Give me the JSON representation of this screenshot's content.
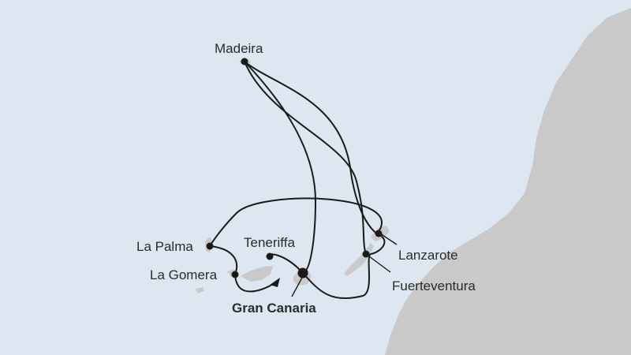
{
  "map": {
    "ports": {
      "madeira": "Madeira",
      "la_palma": "La Palma",
      "la_gomera": "La Gomera",
      "teneriffa": "Teneriffa",
      "gran_canaria": "Gran Canaria",
      "lanzarote": "Lanzarote",
      "fuerteventura": "Fuerteventura"
    },
    "colors": {
      "sea": "#dce7f1",
      "land": "#c9c9c9",
      "route": "#1a1a1a"
    }
  }
}
